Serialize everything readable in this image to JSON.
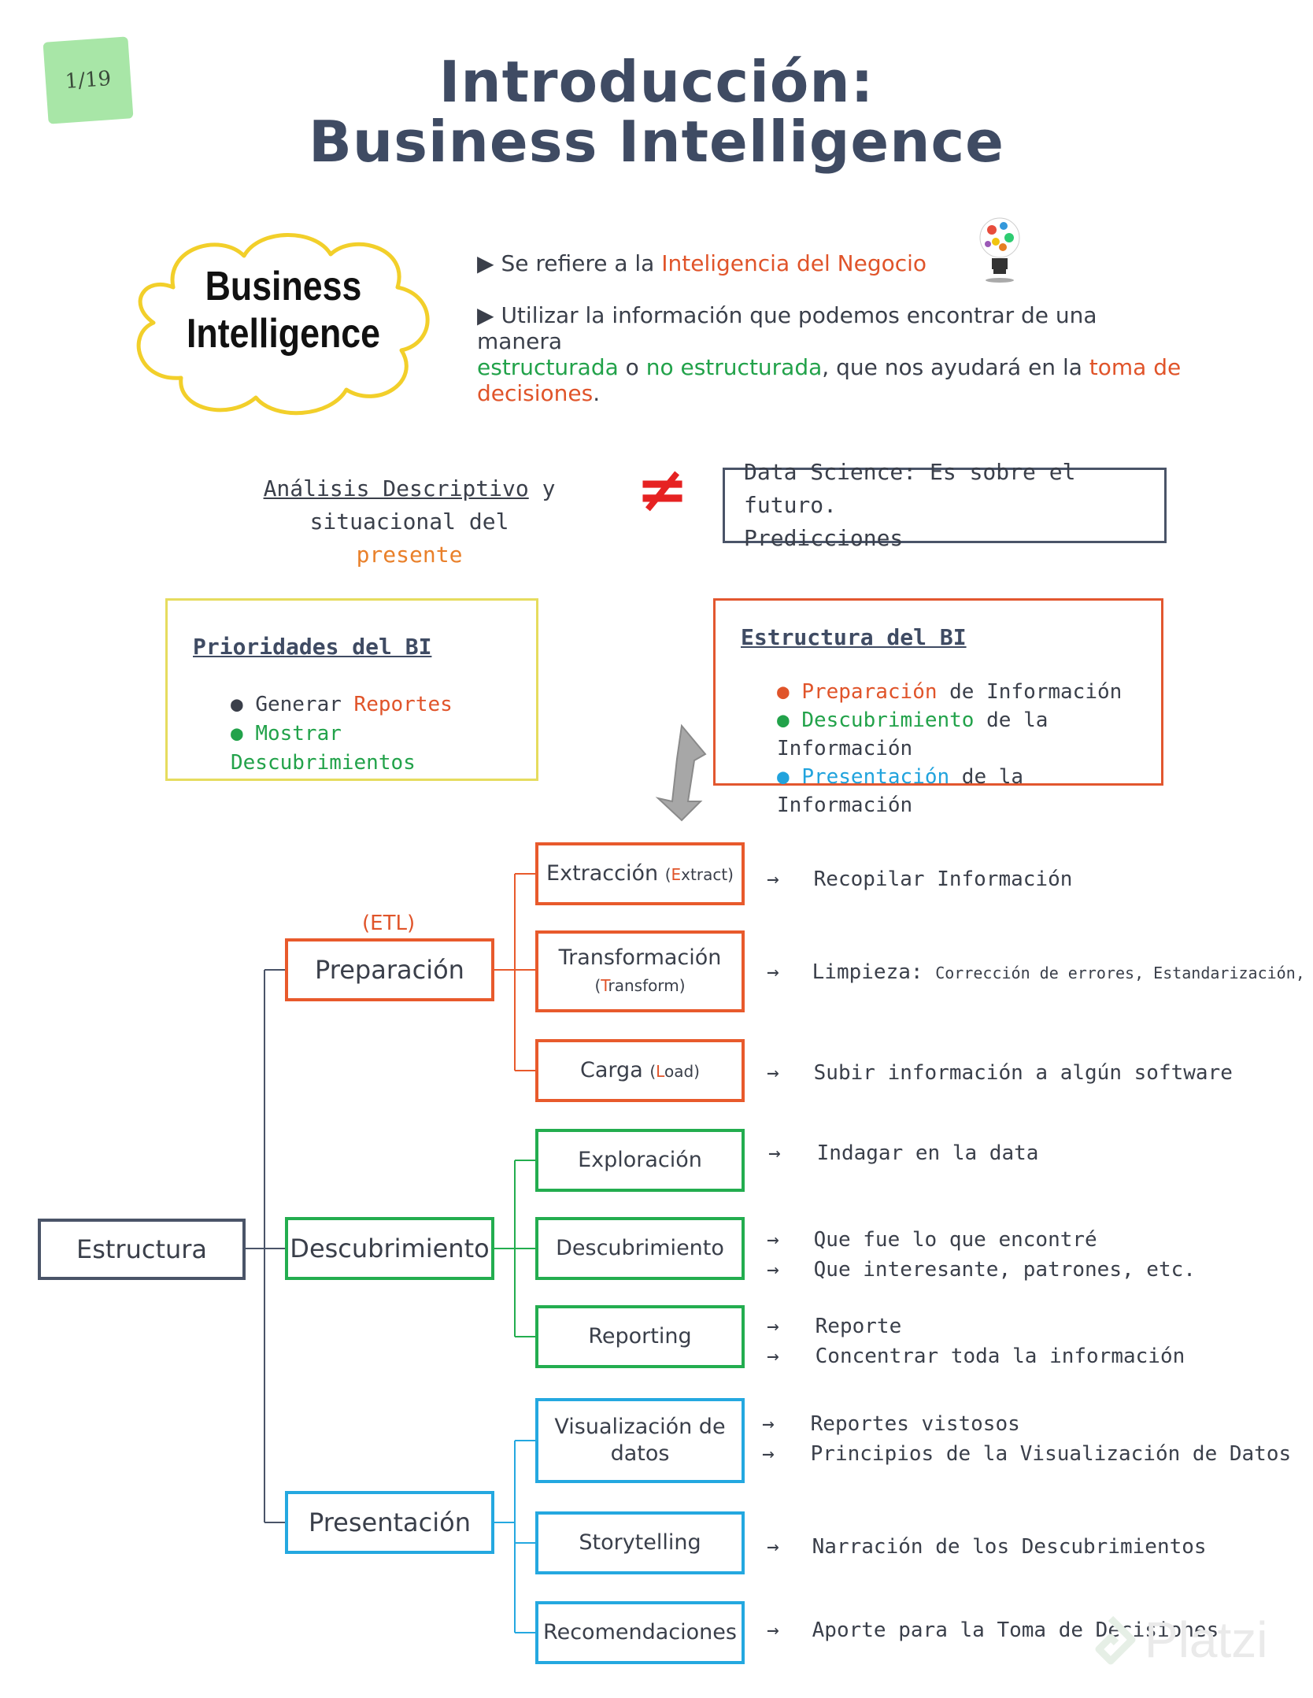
{
  "page_badge": "1/19",
  "title": {
    "line1": "Introducción:",
    "line2": "Business Intelligence"
  },
  "cloud": {
    "line1": "Business",
    "line2": "Intelligence"
  },
  "intro": {
    "b1_prefix": "Se refiere a la ",
    "b1_highlight": "Inteligencia del Negocio",
    "b2_part1": "Utilizar la información que podemos encontrar de una manera",
    "b2_struct": "estructurada",
    "b2_o": " o ",
    "b2_nostruct": "no estructurada",
    "b2_mid": ", que nos ayudará en la ",
    "b2_toma": "toma de",
    "b2_decisiones": "decisiones",
    "b2_dot": "."
  },
  "comparison": {
    "left_underlined": "Análisis Descriptivo",
    "left_rest": " y situacional del",
    "left_present": "presente",
    "not_equal": "≠",
    "right_line1": "Data Science: Es sobre el futuro.",
    "right_line2": "Predicciones"
  },
  "priorities": {
    "title": "Prioridades del BI",
    "item1_prefix": "Generar ",
    "item1_highlight": "Reportes",
    "item2": "Mostrar Descubrimientos"
  },
  "structure_box": {
    "title": "Estructura del BI",
    "items": [
      {
        "highlight": "Preparación",
        "rest": " de Información"
      },
      {
        "highlight": "Descubrimiento",
        "rest": " de la Información"
      },
      {
        "highlight": "Presentación",
        "rest": " de la Información"
      }
    ]
  },
  "tree": {
    "root": "Estructura",
    "etl_label": "(ETL)",
    "preparacion": "Preparación",
    "descubrimiento": "Descubrimiento",
    "presentacion": "Presentación",
    "extraccion": {
      "main": "Extracción",
      "paren_open": "(",
      "letter": "E",
      "rest": "xtract)"
    },
    "transformacion": {
      "main": "Transformación",
      "paren_open": "(",
      "letter": "T",
      "rest": "ransform)"
    },
    "carga": {
      "main": "Carga",
      "paren_open": "(",
      "letter": "L",
      "rest": "oad)"
    },
    "exploracion": "Exploración",
    "descubrimiento_leaf": "Descubrimiento",
    "reporting": "Reporting",
    "visualizacion_l1": "Visualización de",
    "visualizacion_l2": "datos",
    "storytelling": "Storytelling",
    "recomendaciones": "Recomendaciones"
  },
  "descriptions": {
    "arrow": "→",
    "extraccion": "Recopilar Información",
    "transformacion_main": "Limpieza:",
    "transformacion_small": "Corrección de errores, Estandarización, etc.",
    "carga": "Subir información a algún software",
    "exploracion": "Indagar en la data",
    "descubrimiento_1": "Que fue lo que encontré",
    "descubrimiento_2": "Que interesante, patrones, etc.",
    "reporting_1": "Reporte",
    "reporting_2": "Concentrar toda la información",
    "visualizacion_1": "Reportes vistosos",
    "visualizacion_2": "Principios de la Visualización de Datos",
    "storytelling": "Narración de los Descubrimientos",
    "recomendaciones": "Aporte para la Toma de Decisiones"
  },
  "watermark": "Platzi",
  "colors": {
    "orange": "#e85a2c",
    "green": "#23ad4f",
    "blue": "#24a8e0",
    "dark": "#4a5468",
    "title": "#3f4b63",
    "badge": "#a8e6a7"
  }
}
